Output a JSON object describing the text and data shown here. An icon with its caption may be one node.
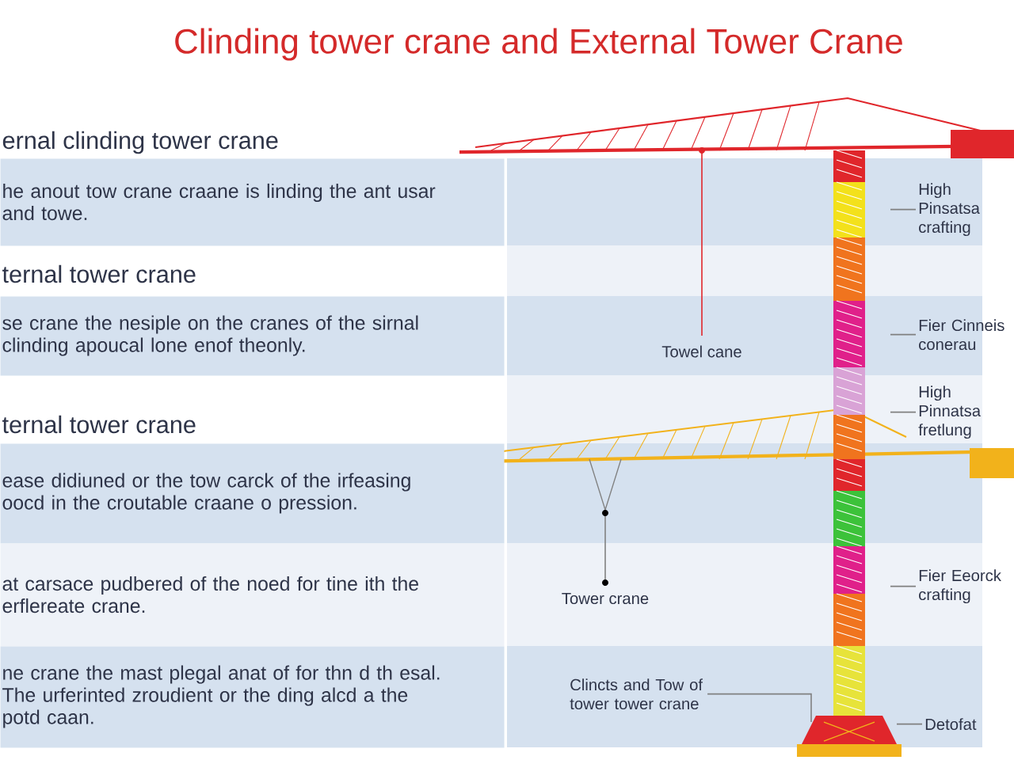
{
  "diagram": {
    "title": "Clinding tower crane and External Tower Crane",
    "nodes": [
      {
        "text": [
          "ernal clinding tower crane",
          "he anout tow crane craane is linding the ant usar and towe."
        ]
      },
      {
        "text": [
          "ternal tower crane",
          "se crane the nesiple on the cranes of the sirnal clinding apoucal lone enof theonly."
        ]
      },
      {
        "text": [
          "ternal tower crane",
          "ease didiuned or the tow carck of the irfeasing oocd in the croutable craane o pression."
        ]
      },
      {
        "text": [
          "at carsace pudbered of the noed for tine ith the erflereate crane."
        ]
      },
      {
        "text": [
          "ne crane the mast plegal anat of for thn d th esal. The urferinted zroudient or the ding alcd a the potd caan."
        ]
      },
      {
        "text": [
          "High Pinsatsa crafting"
        ]
      },
      {
        "text": [
          "Fier Cinneis conerau"
        ]
      },
      {
        "text": [
          "High Pinnatsa fretlung"
        ]
      },
      {
        "text": [
          "Fier Eeorck crafting"
        ]
      },
      {
        "text": [
          "Clincts and Tow of tower tower crane"
        ]
      },
      {
        "text": [
          "Detofat"
        ]
      }
    ],
    "edges": [
      {
        "from": 5,
        "to": null,
        "arrow": "none"
      },
      {
        "from": 6,
        "to": null,
        "arrow": "none"
      },
      {
        "from": 7,
        "to": null,
        "arrow": "none"
      },
      {
        "from": 8,
        "to": null,
        "arrow": "none"
      },
      {
        "from": 9,
        "to": null,
        "arrow": "none"
      },
      {
        "from": 10,
        "to": null,
        "arrow": "none"
      }
    ],
    "labels": [
      "Towel cane",
      "Tower crane"
    ]
  }
}
